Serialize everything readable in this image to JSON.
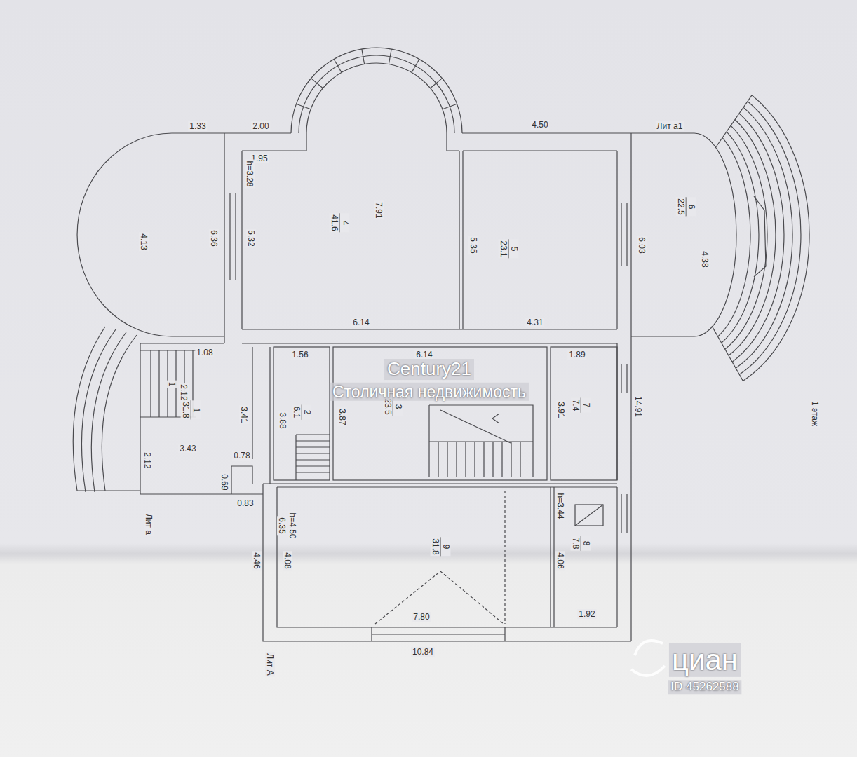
{
  "diagram": {
    "nodes": [
      {
        "text": [
          "4",
          "41.6"
        ]
      },
      {
        "text": [
          "5",
          "23.1"
        ]
      },
      {
        "text": [
          "6",
          "22.5"
        ]
      },
      {
        "text": [
          "1",
          "31.8"
        ]
      },
      {
        "text": [
          "2",
          "6.1"
        ]
      },
      {
        "text": [
          "3",
          "23.5"
        ]
      },
      {
        "text": [
          "7",
          "7.4"
        ]
      },
      {
        "text": [
          "9",
          "31.8"
        ]
      },
      {
        "text": [
          "8",
          "7.8"
        ]
      }
    ],
    "labels": [
      "1.33",
      "2.00",
      "4.50",
      "Лит а1",
      "1.95",
      "h=3.28",
      "7.91",
      "4.13",
      "6.36",
      "5.32",
      "5.35",
      "6.03",
      "4.38",
      "6.14",
      "4.31",
      "1.08",
      "1.56",
      "6.14",
      "1.89",
      "1",
      "2.12",
      "3.41",
      "3.88",
      "3.87",
      "3.91",
      "14.91",
      "3.43",
      "2.12",
      "0.78",
      "0.69",
      "0.83",
      "Лит а",
      "6.35",
      "h=4.50",
      "h=3.44",
      "4.46",
      "4.08",
      "4.06",
      "7.80",
      "1.92",
      "10.84",
      "Лит А",
      "1 этаж",
      "Century21",
      "Столичная недвижимость",
      "циан",
      "ID 45262588"
    ]
  }
}
